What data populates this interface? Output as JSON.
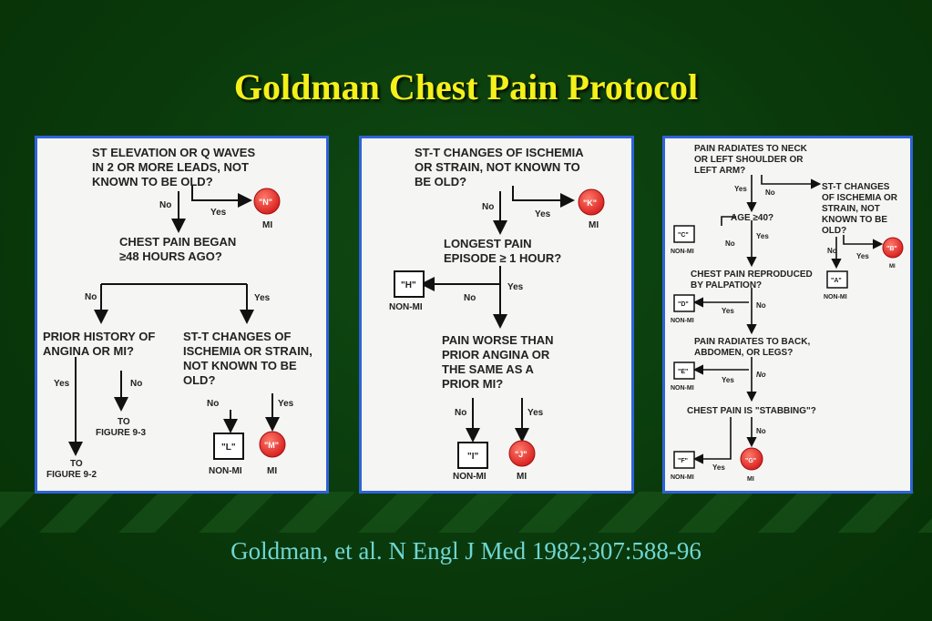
{
  "title": "Goldman Chest Pain Protocol",
  "citation": "Goldman, et al.  N Engl J Med 1982;307:588-96",
  "colors": {
    "title": "#f4f01a",
    "border": "#2f63d9",
    "mi_node": "#e03030",
    "citation": "#6fd6d2"
  },
  "panel1": {
    "q1": [
      "ST ELEVATION OR Q WAVES",
      "IN 2 OR MORE LEADS, NOT",
      "KNOWN TO BE OLD?"
    ],
    "no1": "No",
    "yes1": "Yes",
    "nodeN": "\"N\"",
    "mi1": "MI",
    "q2": [
      "CHEST PAIN BEGAN",
      "≥48 HOURS AGO?"
    ],
    "no2": "No",
    "yes2": "Yes",
    "q3": [
      "PRIOR HISTORY OF",
      "ANGINA OR MI?"
    ],
    "q4": [
      "ST-T CHANGES OF",
      "ISCHEMIA OR STRAIN,",
      "NOT KNOWN TO BE",
      "OLD?"
    ],
    "yes3": "Yes",
    "no3": "No",
    "fig93": [
      "TO",
      "FIGURE 9-3"
    ],
    "fig92": [
      "TO",
      "FIGURE 9-2"
    ],
    "no4": "No",
    "yes4": "Yes",
    "nodeL": "\"L\"",
    "nonmi1": "NON-MI",
    "nodeM": "\"M\"",
    "mi2": "MI"
  },
  "panel2": {
    "q1": [
      "ST-T CHANGES OF ISCHEMIA",
      "OR STRAIN, NOT KNOWN TO",
      "BE OLD?"
    ],
    "no1": "No",
    "yes1": "Yes",
    "nodeK": "\"K\"",
    "mi1": "MI",
    "q2": [
      "LONGEST PAIN",
      "EPISODE ≥ 1 HOUR?"
    ],
    "nodeH": "\"H\"",
    "nonmi1": "NON-MI",
    "no2": "No",
    "yes2": "Yes",
    "q3": [
      "PAIN WORSE THAN",
      "PRIOR ANGINA OR",
      "THE SAME AS A",
      "PRIOR MI?"
    ],
    "no3": "No",
    "yes3": "Yes",
    "nodeI": "\"I\"",
    "nonmi2": "NON-MI",
    "nodeJ": "\"J\"",
    "mi2": "MI"
  },
  "panel3": {
    "q1": [
      "PAIN RADIATES TO NECK",
      "OR LEFT SHOULDER OR",
      "LEFT ARM?"
    ],
    "yes1": "Yes",
    "no1": "No",
    "q1b": [
      "ST-T CHANGES",
      "OF ISCHEMIA OR",
      "STRAIN, NOT",
      "KNOWN TO BE",
      "OLD?"
    ],
    "nob": "No",
    "yesb": "Yes",
    "nodeB": "\"B\"",
    "mib": "MI",
    "nodeA": "\"A\"",
    "nonmia": "NON-MI",
    "q2": "AGE ≥40?",
    "nodeC": "\"C\"",
    "nonmic": "NON-MI",
    "no2": "No",
    "yes2": "Yes",
    "q3": [
      "CHEST PAIN REPRODUCED",
      "BY PALPATION?"
    ],
    "nodeD": "\"D\"",
    "nonmid": "NON-MI",
    "yes3": "Yes",
    "no3": "No",
    "q4": [
      "PAIN RADIATES TO BACK,",
      "ABDOMEN, OR LEGS?"
    ],
    "nodeE": "\"E\"",
    "nonmie": "NON-MI",
    "yes4": "Yes",
    "no4": "No",
    "q5": "CHEST PAIN IS \"STABBING\"?",
    "no5": "No",
    "nodeF": "\"F\"",
    "nonmif": "NON-MI",
    "yes5": "Yes",
    "nodeG": "\"G\"",
    "mig": "MI"
  }
}
